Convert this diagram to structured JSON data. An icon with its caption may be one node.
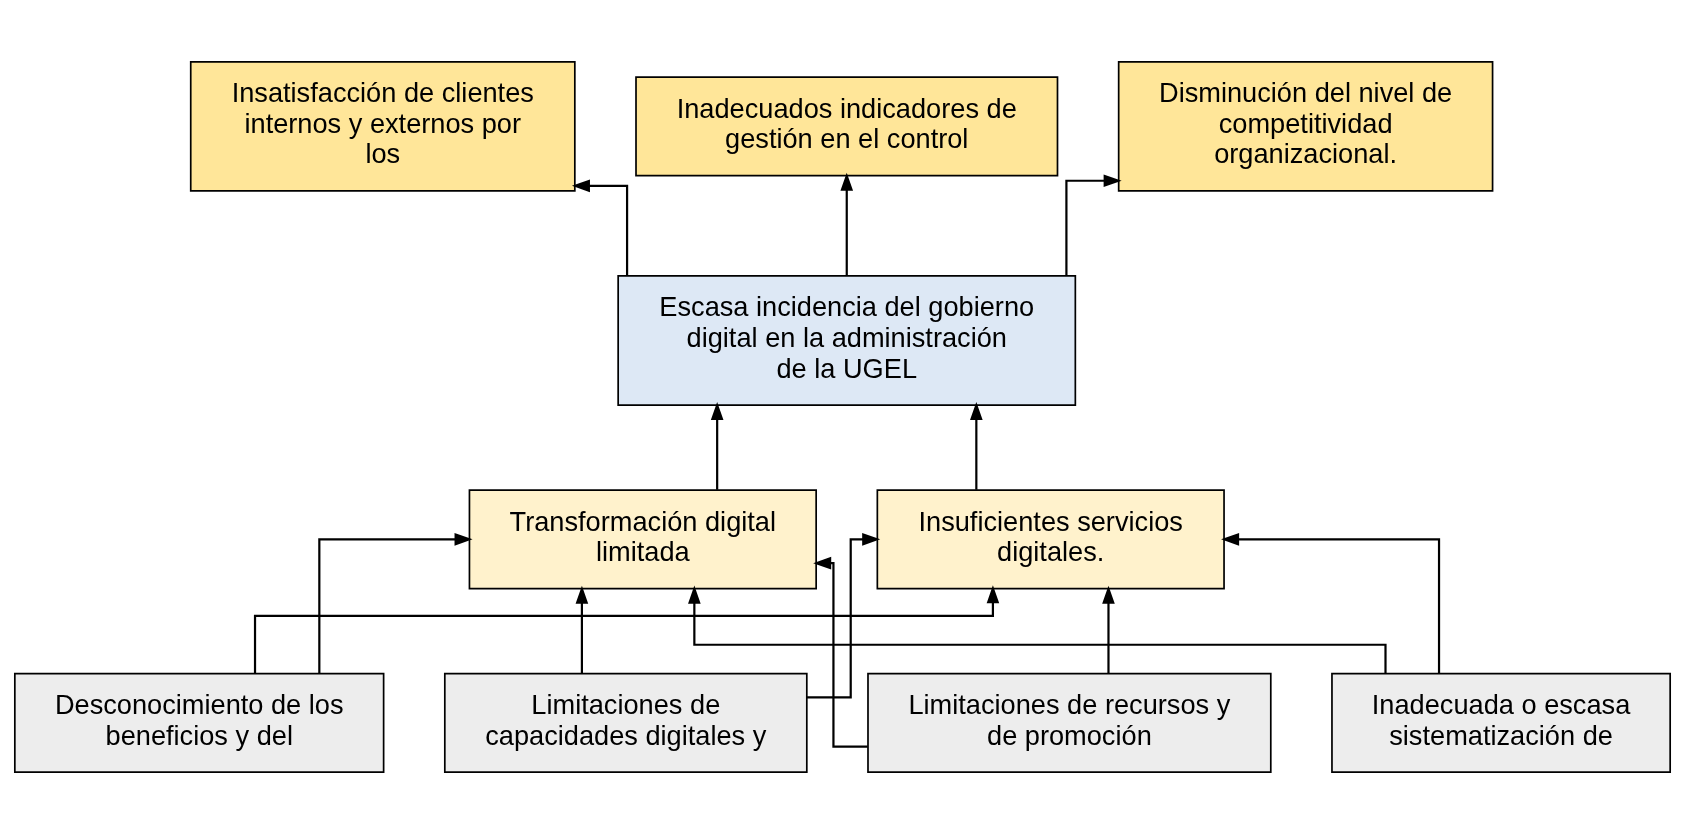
{
  "diagram": {
    "nodes": [
      {
        "text": [
          "Insatisfacción de clientes internos y externos por los"
        ]
      },
      {
        "text": [
          "Inadecuados indicadores de gestión en el control"
        ]
      },
      {
        "text": [
          "Disminución del nivel de competitividad organizacional."
        ]
      },
      {
        "text": [
          "Escasa incidencia del gobierno digital en la administración de la UGEL"
        ]
      },
      {
        "text": [
          "Transformación digital limitada"
        ]
      },
      {
        "text": [
          "Insuficientes servicios digitales."
        ]
      },
      {
        "text": [
          "Desconocimiento de los beneficios y del"
        ]
      },
      {
        "text": [
          "Limitaciones de capacidades digitales y"
        ]
      },
      {
        "text": [
          "Limitaciones de recursos y de promoción"
        ]
      },
      {
        "text": [
          "Inadecuada o escasa sistematización de"
        ]
      }
    ],
    "edges": [
      {
        "from": 3,
        "to": 0,
        "arrow": "to"
      },
      {
        "from": 3,
        "to": 1,
        "arrow": "to"
      },
      {
        "from": 3,
        "to": 2,
        "arrow": "to"
      },
      {
        "from": 4,
        "to": 3,
        "arrow": "to"
      },
      {
        "from": 5,
        "to": 3,
        "arrow": "to"
      },
      {
        "from": 6,
        "to": 4,
        "arrow": "to"
      },
      {
        "from": 6,
        "to": 5,
        "arrow": "to"
      },
      {
        "from": 7,
        "to": 4,
        "arrow": "to"
      },
      {
        "from": 7,
        "to": 5,
        "arrow": "to"
      },
      {
        "from": 8,
        "to": 4,
        "arrow": "to"
      },
      {
        "from": 8,
        "to": 5,
        "arrow": "to"
      },
      {
        "from": 9,
        "to": 4,
        "arrow": "to"
      },
      {
        "from": 9,
        "to": 5,
        "arrow": "to"
      }
    ]
  }
}
